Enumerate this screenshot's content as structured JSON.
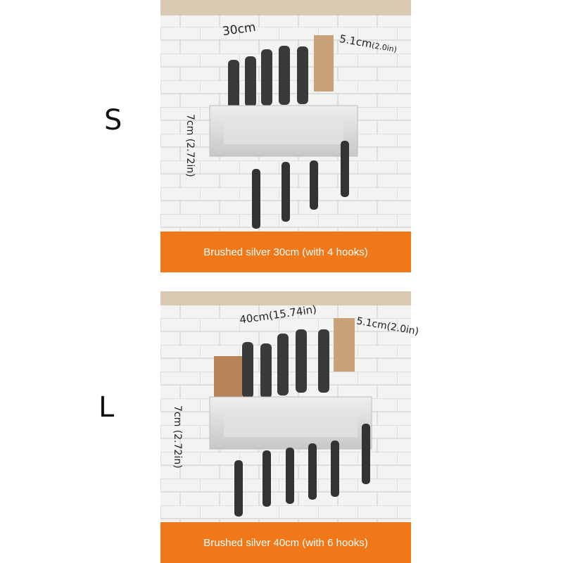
{
  "variants": [
    {
      "size_label": "S",
      "width_label": "30cm",
      "depth_label": "5.1cm",
      "depth_in_label": "(2.0in)",
      "height_label": "7cm (2.72in)",
      "banner": "Brushed silver 30cm (with 4 hooks)",
      "hooks": 4
    },
    {
      "size_label": "L",
      "width_label": "40cm(15.74in)",
      "depth_label": "5.1cm(2.0in)",
      "height_label": "7cm (2.72in)",
      "banner": "Brushed silver 40cm (with 6 hooks)",
      "hooks": 6
    }
  ],
  "colors": {
    "banner": "#f07818",
    "rack": "#d9d9d9",
    "tile": "#ececea"
  }
}
